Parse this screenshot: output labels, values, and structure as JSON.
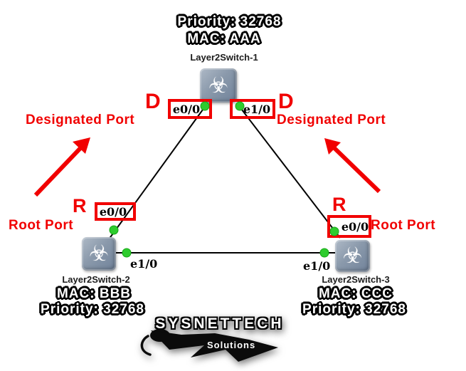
{
  "colors": {
    "accent_red": "#f10000",
    "green_dot": "#2ecc2e",
    "line_black": "#000000",
    "switch_body": "#8a99ab"
  },
  "icons": {
    "switch_glyph": "☣"
  },
  "switches": {
    "sw1": {
      "priority": "Priority: 32768",
      "mac": "MAC: AAA",
      "name": "Layer2Switch-1",
      "ports": {
        "left": "e0/0",
        "right": "e1/0"
      },
      "roles": {
        "left_letter": "D",
        "right_letter": "D",
        "left_label": "Designated Port",
        "right_label": "Designated Port"
      }
    },
    "sw2": {
      "name": "Layer2Switch-2",
      "mac": "MAC: BBB",
      "priority": "Priority: 32768",
      "ports": {
        "top": "e0/0",
        "right": "e1/0"
      },
      "roles": {
        "letter": "R",
        "label": "Root Port"
      }
    },
    "sw3": {
      "name": "Layer2Switch-3",
      "mac": "MAC: CCC",
      "priority": "Priority: 32768",
      "ports": {
        "top": "e0/0",
        "left": "e1/0"
      },
      "roles": {
        "letter": "R",
        "label": "Root Port"
      }
    }
  },
  "logo": {
    "title": "SYSNETTECH",
    "subtitle": "Solutions"
  }
}
